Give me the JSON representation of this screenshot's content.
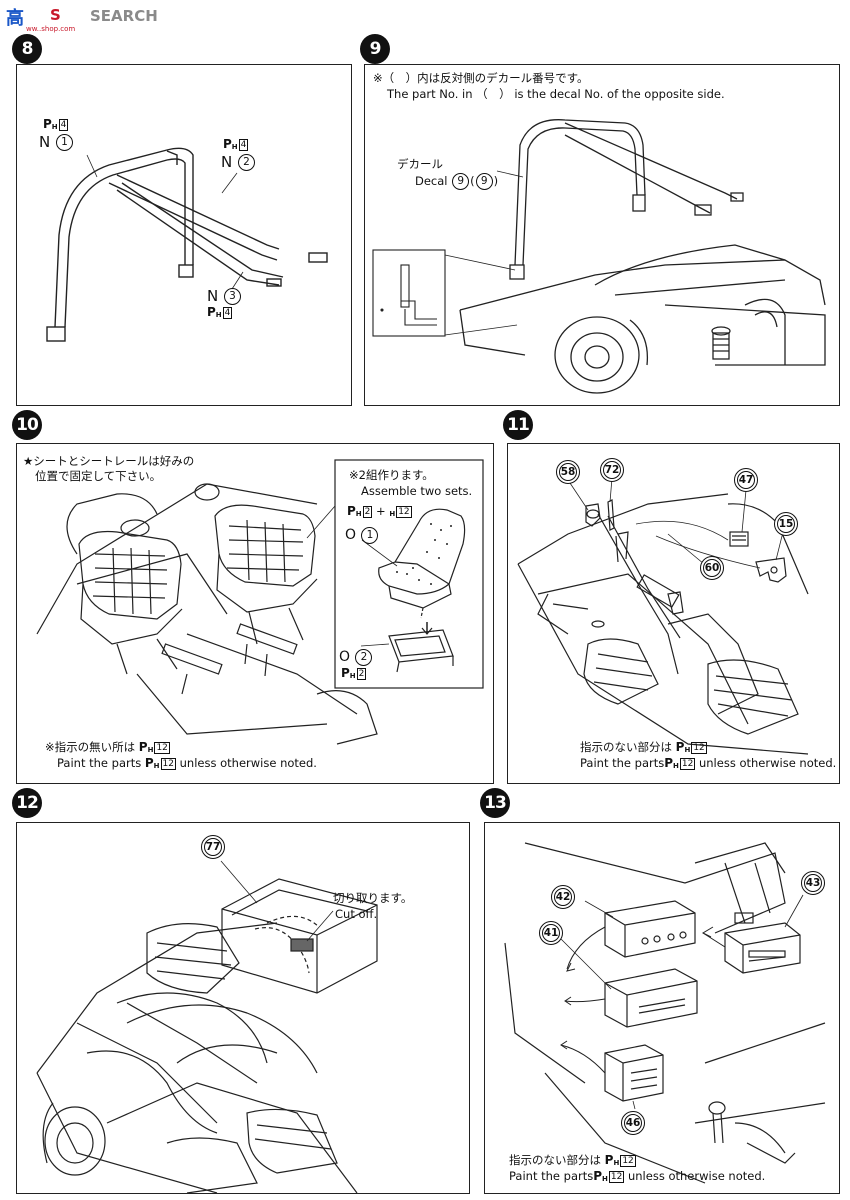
{
  "watermark": {
    "logo_cn": "高",
    "logo_suffix": "S",
    "title": "SEARCH",
    "url": "ww..shop.com"
  },
  "steps": {
    "s8": "8",
    "s9": "9",
    "s10": "10",
    "s11": "11",
    "s12": "12",
    "s13": "13"
  },
  "panel8": {
    "ph1": "P",
    "ph1_sub": "H",
    "ph1_num": "4",
    "n1_letter": "N",
    "n1_num": "1",
    "ph2": "P",
    "ph2_sub": "H",
    "ph2_num": "4",
    "n2_letter": "N",
    "n2_num": "2",
    "n3_letter": "N",
    "n3_num": "3",
    "ph3": "P",
    "ph3_sub": "H",
    "ph3_num": "4"
  },
  "panel9": {
    "note_jp": "※（　）内は反対側のデカール番号です。",
    "note_en": "The part No. in （　） is the decal No. of the opposite side.",
    "decal_jp": "デカール",
    "decal_en": "Decal",
    "decal_num": "9",
    "decal_num_opp": "9"
  },
  "panel10": {
    "note_jp_1": "★シートとシートレールは好みの",
    "note_jp_2": "位置で固定して下さい。",
    "inset_jp": "※2組作ります。",
    "inset_en": "Assemble two sets.",
    "inset_ph": "P",
    "inset_ph_sub": "H",
    "inset_ph_num_a": "2",
    "inset_ph_plus": "+",
    "inset_ph_sub_b": "H",
    "inset_ph_num_b": "12",
    "o1_letter": "O",
    "o1_num": "1",
    "o2_letter": "O",
    "o2_num": "2",
    "o2_ph": "P",
    "o2_ph_sub": "H",
    "o2_ph_num": "2",
    "foot_jp": "※指示の無い所は",
    "foot_ph": "P",
    "foot_ph_sub": "H",
    "foot_ph_num": "12",
    "foot_en_a": "Paint the parts",
    "foot_en_b": "unless otherwise noted."
  },
  "panel11": {
    "part_58": "58",
    "part_72": "72",
    "part_47": "47",
    "part_15": "15",
    "part_60": "60",
    "foot_jp": "指示のない部分は",
    "foot_ph": "P",
    "foot_ph_sub": "H",
    "foot_ph_num": "12",
    "foot_en_a": "Paint the parts",
    "foot_en_b": "unless otherwise noted."
  },
  "panel12": {
    "part_77": "77",
    "cut_jp": "切り取ります。",
    "cut_en": "Cut off."
  },
  "panel13": {
    "part_42": "42",
    "part_43": "43",
    "part_41": "41",
    "part_46": "46",
    "foot_jp": "指示のない部分は",
    "foot_ph": "P",
    "foot_ph_sub": "H",
    "foot_ph_num": "12",
    "foot_en_a": "Paint the parts",
    "foot_en_b": "unless otherwise noted."
  }
}
